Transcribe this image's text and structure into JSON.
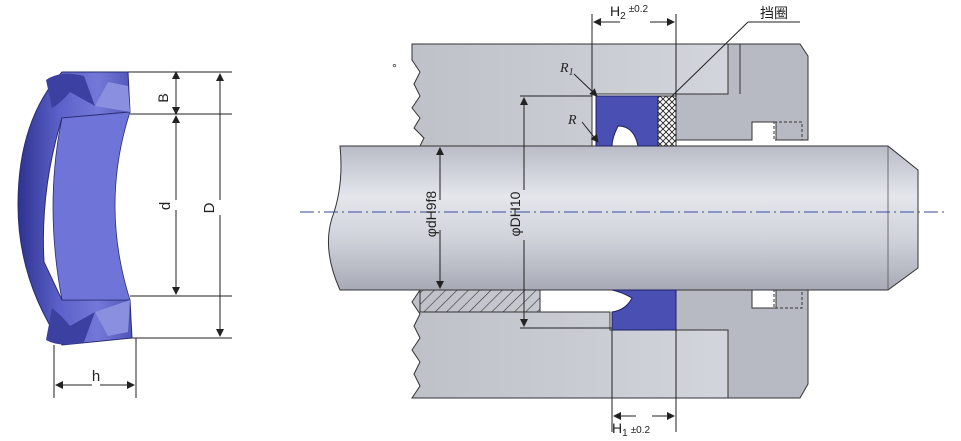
{
  "labels": {
    "B": "B",
    "d": "d",
    "D": "D",
    "h": "h",
    "H2": "H",
    "H2_sub": "2",
    "H2_tol": "±0.2",
    "H1": "H",
    "H1_sub": "1",
    "H1_tol": "±0.2",
    "backup_ring": "挡圈",
    "R1": "R",
    "R1_sub": "1",
    "R": "R",
    "rod_dia": "φdH9f8",
    "bore_dia": "φDH10",
    "degree_mark": "°"
  },
  "colors": {
    "seal_blue": "#4a4fb4",
    "seal_blue_light": "#6c72d6",
    "metal_gray": "#c7c9d0",
    "metal_dark": "#9ea1ab",
    "rod": "#c9cbd3",
    "line": "#222222",
    "center_line": "#3b4a9a"
  }
}
